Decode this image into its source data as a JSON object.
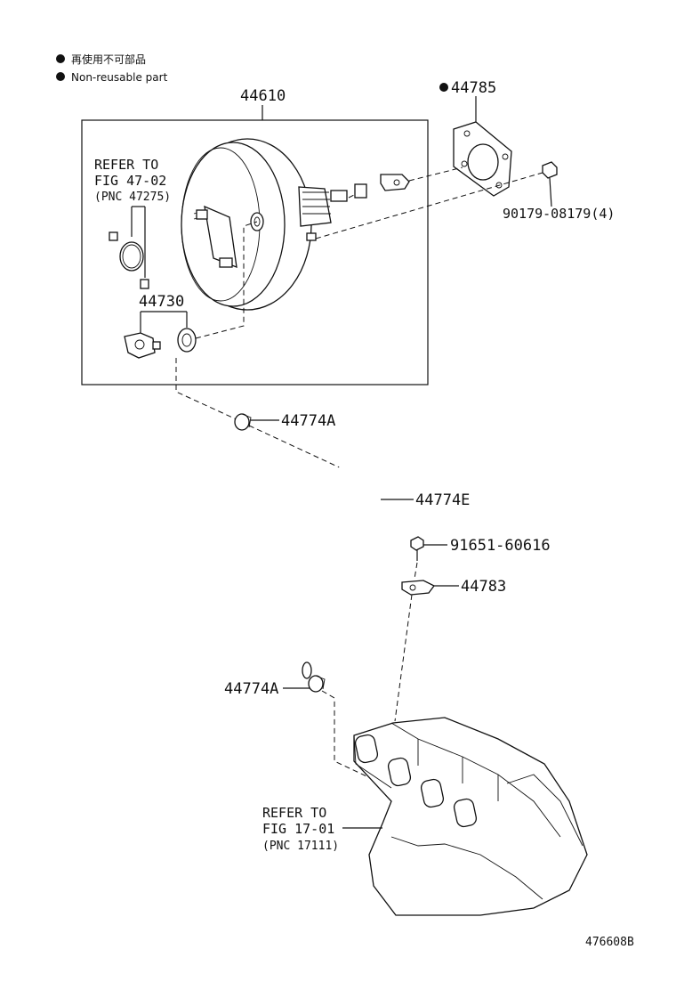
{
  "legend": {
    "items": [
      {
        "text": "再使用不可部品"
      },
      {
        "text": "Non-reusable part"
      }
    ]
  },
  "parts": {
    "booster": "44610",
    "gasket": "44785",
    "nut": "90179-08179(4)",
    "check_valve_set": "44730",
    "clip_upper": "44774A",
    "hose": "44774E",
    "bolt": "91651-60616",
    "bracket": "44783",
    "clip_lower": "44774A"
  },
  "refs": {
    "upper": [
      "REFER TO",
      "FIG 47-02",
      "(PNC 47275)"
    ],
    "lower": [
      "REFER TO",
      "FIG 17-01",
      "(PNC 17111)"
    ]
  },
  "figure_id": "476608B"
}
